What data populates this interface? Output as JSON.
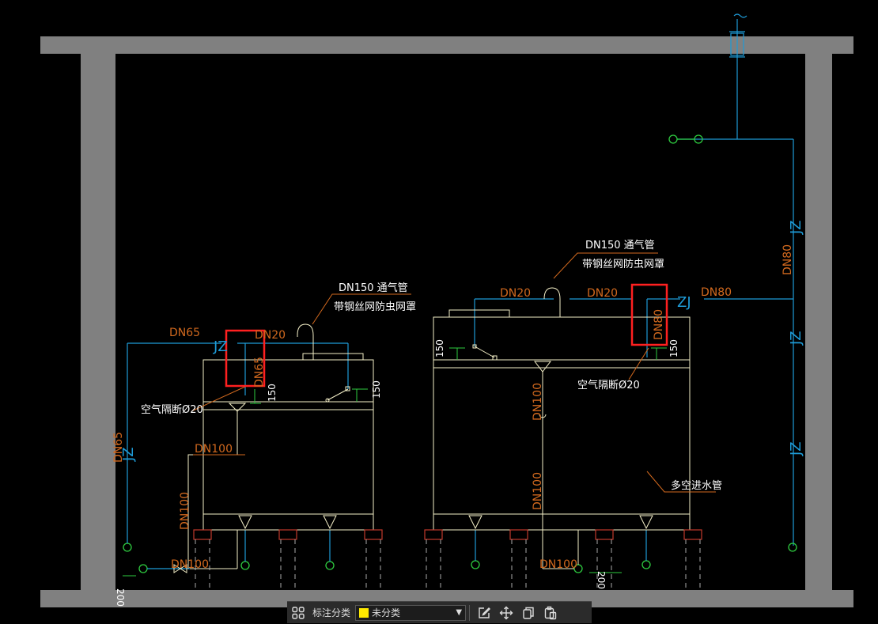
{
  "drawing": {
    "labels": {
      "dn65_top": "DN65",
      "dn20_left": "DN20",
      "dn20_mid": "DN20",
      "dn20_right": "DN20",
      "dn80_right": "DN80",
      "dn80_vertical_right": "DN80",
      "dn65_vertical": "DN65",
      "dn100_left": "DN100",
      "dn100_mid_upper": "DN100",
      "dn100_mid_lower": "DN100",
      "dn100_bottom": "DN100",
      "dn100_bottom_left": "DN100",
      "dn65_pipe_left": "DN65",
      "dn80_pipe_right": "DN80",
      "dn100_h_left": "DN100",
      "jz_left_top": "JZ",
      "jz_left_vertical": "JZ",
      "jz_right_top": "ZJ",
      "jz_right_1": "JZ",
      "jz_right_2": "JZ",
      "jz_right_3": "JZ",
      "vent_left_line1": "DN150  通气管",
      "vent_left_line2": "带钢丝网防虫网罩",
      "vent_right_line1": "DN150  通气管",
      "vent_right_line2": "带钢丝网防虫网罩",
      "air_gap_left": "空气隔断Ø20",
      "air_gap_right": "空气隔断Ø20",
      "multi_inlet": "多空进水管",
      "dim_150_a": "150",
      "dim_150_b": "150",
      "dim_150_c": "150",
      "dim_150_d": "150",
      "dim_200_left": "200",
      "dim_200_right": "200"
    },
    "colors": {
      "wall": "#808080",
      "pipe": "#1e9bd7",
      "tank": "#f5f0c8",
      "dim_text": "#d2691e",
      "note_text": "#ffffff",
      "node": "#2ecc40",
      "highlight": "#ff2020",
      "pile": "#c0392b"
    }
  },
  "toolbar": {
    "grid_icon": "grid-icon",
    "category_label": "标注分类",
    "category_value": "未分类",
    "category_color": "#ffea00",
    "edit_icon": "edit-icon",
    "move_icon": "move-icon",
    "copy_icon": "copy-icon",
    "paste_icon": "paste-icon"
  }
}
